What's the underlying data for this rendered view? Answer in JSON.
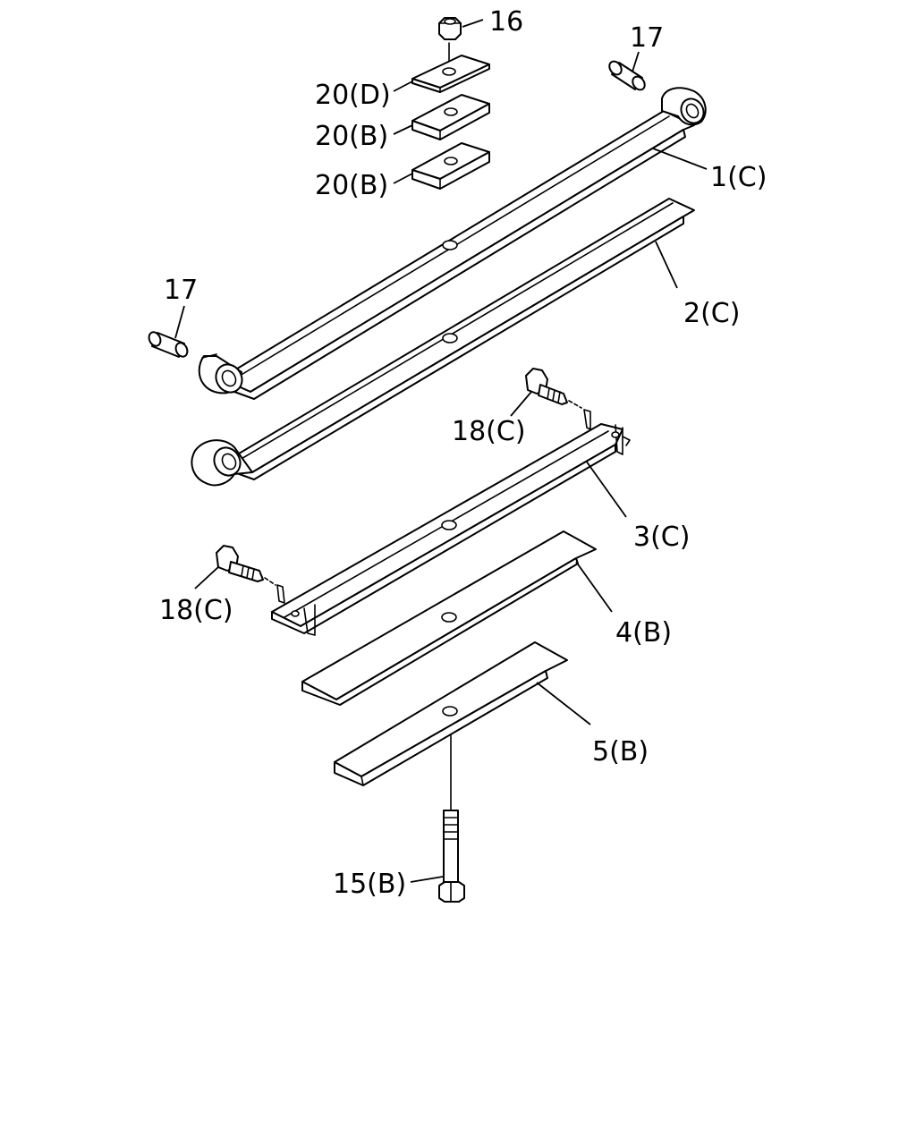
{
  "labels": {
    "p16": "16",
    "p17_top": "17",
    "p20d": "20(D)",
    "p20b_1": "20(B)",
    "p20b_2": "20(B)",
    "p1c": "1(C)",
    "p17_left": "17",
    "p2c": "2(C)",
    "p18c_right": "18(C)",
    "p3c": "3(C)",
    "p18c_left": "18(C)",
    "p4b": "4(B)",
    "p5b": "5(B)",
    "p15b": "15(B)"
  }
}
